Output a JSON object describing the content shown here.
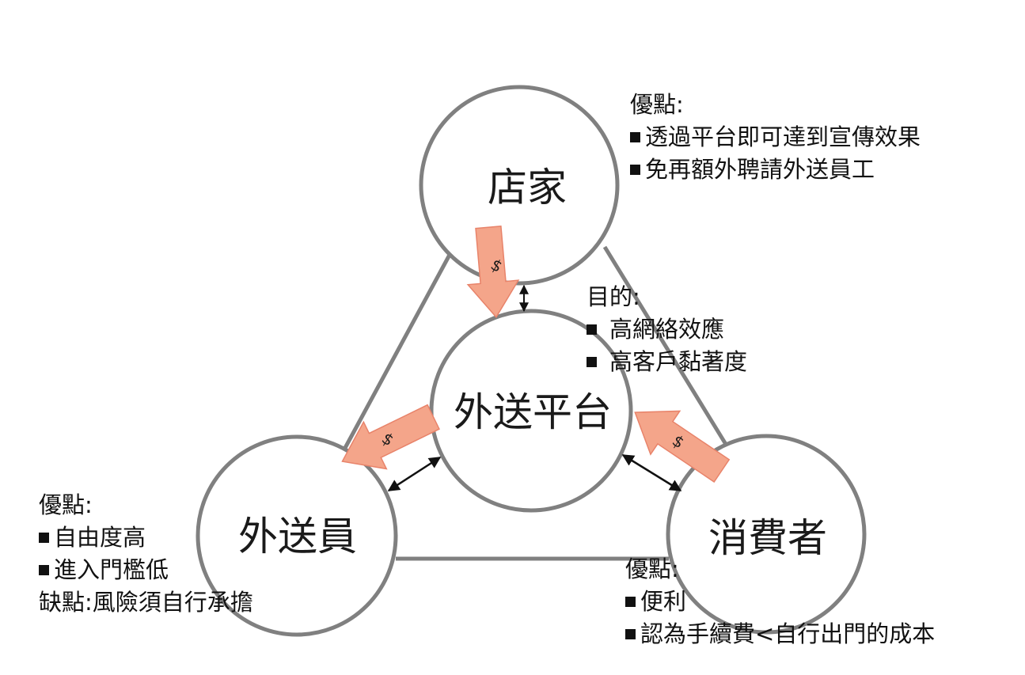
{
  "nodes": {
    "store": "店家",
    "platform": "外送平台",
    "courier": "外送員",
    "consumer": "消費者"
  },
  "money_symbol": "$",
  "notes": {
    "store": {
      "heading": "優點:",
      "items": [
        "透過平台即可達到宣傳效果",
        "免再額外聘請外送員工"
      ]
    },
    "purpose": {
      "heading": "目的:",
      "items": [
        "高網絡效應",
        "高客戶黏著度"
      ]
    },
    "courier": {
      "heading": "優點:",
      "items": [
        "自由度高",
        "進入門檻低"
      ],
      "drawback": "缺點:風險須自行承擔"
    },
    "consumer": {
      "heading": "優點:",
      "items": [
        "便利",
        "認為手續費<自行出門的成本"
      ]
    }
  },
  "colors": {
    "circle_stroke": "#808080",
    "arrow_fill": "#f4a58a",
    "arrow_stroke": "#e8836a",
    "connector": "#111111"
  }
}
